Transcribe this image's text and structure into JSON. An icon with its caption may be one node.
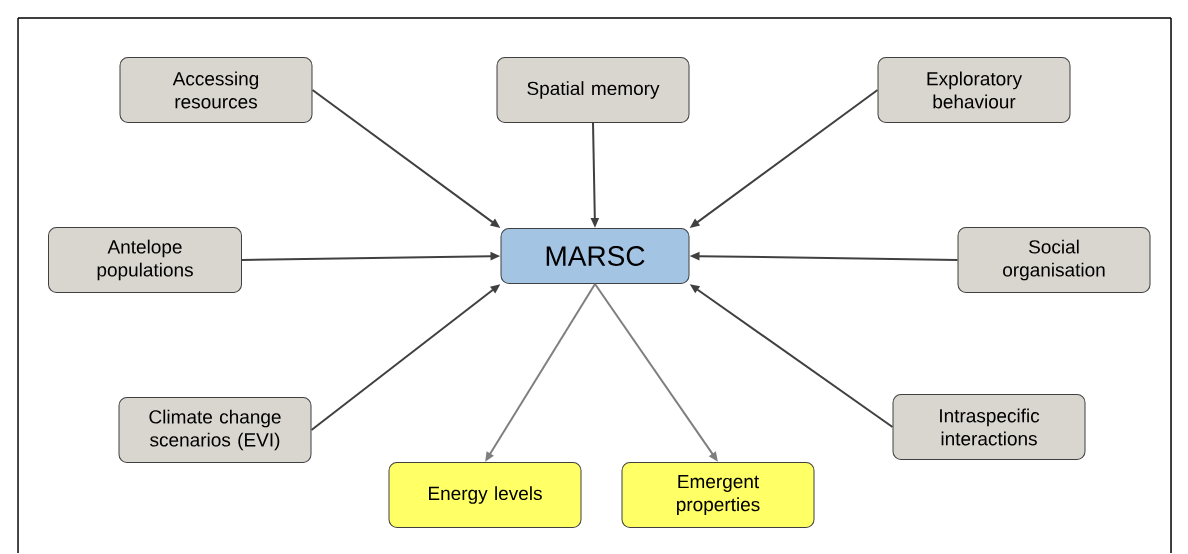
{
  "diagram": {
    "nodes": [
      {
        "text": [
          "Accessing resources"
        ]
      },
      {
        "text": [
          "Spatial memory"
        ]
      },
      {
        "text": [
          "Exploratory behaviour"
        ]
      },
      {
        "text": [
          "Antelope populations"
        ]
      },
      {
        "text": [
          "MARSC"
        ]
      },
      {
        "text": [
          "Social organisation"
        ]
      },
      {
        "text": [
          "Climate change scenarios (EVI)"
        ]
      },
      {
        "text": [
          "Intraspecific interactions"
        ]
      },
      {
        "text": [
          "Energy levels"
        ]
      },
      {
        "text": [
          "Emergent properties"
        ]
      }
    ],
    "edges": [
      {
        "from": 0,
        "to": 4,
        "arrow": "to"
      },
      {
        "from": 1,
        "to": 4,
        "arrow": "to"
      },
      {
        "from": 2,
        "to": 4,
        "arrow": "to"
      },
      {
        "from": 3,
        "to": 4,
        "arrow": "to"
      },
      {
        "from": 5,
        "to": 4,
        "arrow": "to"
      },
      {
        "from": 6,
        "to": 4,
        "arrow": "to"
      },
      {
        "from": 7,
        "to": 4,
        "arrow": "to"
      },
      {
        "from": 4,
        "to": 8,
        "arrow": "to",
        "color": "#7f7f7f"
      },
      {
        "from": 4,
        "to": 9,
        "arrow": "to",
        "color": "#7f7f7f"
      }
    ]
  }
}
